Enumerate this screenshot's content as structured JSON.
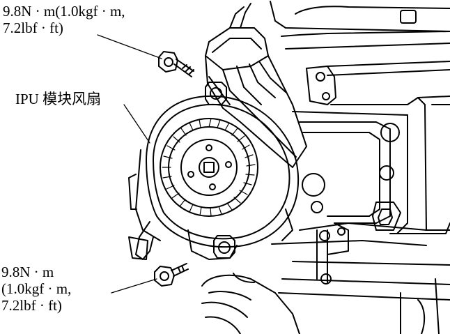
{
  "annotations": {
    "torque_top": {
      "line1": "9.8N · m(1.0kgf · m,",
      "line2": "7.2lbf · ft)"
    },
    "fan_name": "IPU 模块风扇",
    "torque_bottom": {
      "line1": "9.8N · m",
      "line2": "(1.0kgf · m,",
      "line3": "7.2lbf · ft)"
    }
  },
  "colors": {
    "ink": "#000000",
    "paper": "#ffffff"
  }
}
